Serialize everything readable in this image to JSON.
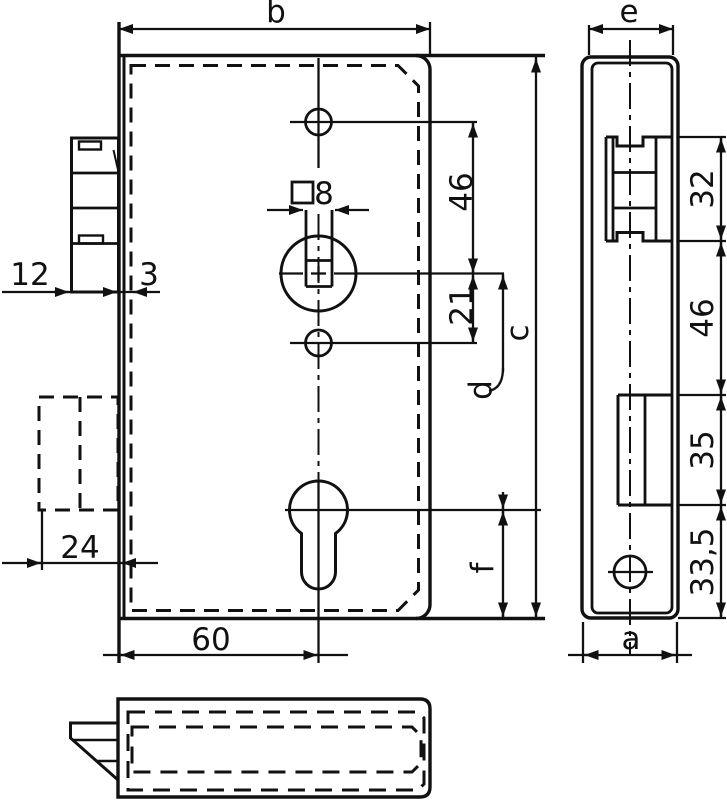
{
  "colors": {
    "line": "#111111",
    "background": "#ffffff"
  },
  "dims": {
    "b": "b",
    "e": "e",
    "c": "c",
    "d": "d",
    "f": "f",
    "a": "a",
    "latch12": "12",
    "face3": "3",
    "square8": "8",
    "hole46": "46",
    "hole21": "21",
    "bolt24": "24",
    "backset60": "60",
    "side32": "32",
    "side46": "46",
    "side35": "35",
    "side335": "33,5"
  }
}
